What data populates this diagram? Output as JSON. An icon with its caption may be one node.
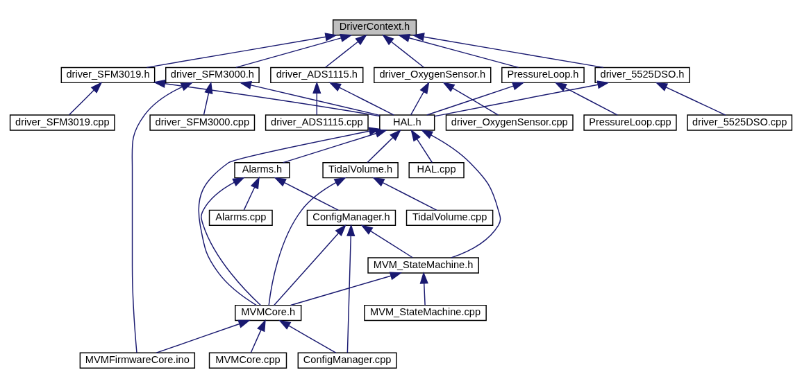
{
  "diagram": {
    "nodes": [
      {
        "text": [
          "DriverContext.h"
        ]
      },
      {
        "text": [
          "driver_SFM3019.h"
        ]
      },
      {
        "text": [
          "driver_SFM3000.h"
        ]
      },
      {
        "text": [
          "driver_ADS1115.h"
        ]
      },
      {
        "text": [
          "driver_OxygenSensor.h"
        ]
      },
      {
        "text": [
          "PressureLoop.h"
        ]
      },
      {
        "text": [
          "driver_5525DSO.h"
        ]
      },
      {
        "text": [
          "driver_SFM3019.cpp"
        ]
      },
      {
        "text": [
          "driver_SFM3000.cpp"
        ]
      },
      {
        "text": [
          "driver_ADS1115.cpp"
        ]
      },
      {
        "text": [
          "HAL.h"
        ]
      },
      {
        "text": [
          "driver_OxygenSensor.cpp"
        ]
      },
      {
        "text": [
          "PressureLoop.cpp"
        ]
      },
      {
        "text": [
          "driver_5525DSO.cpp"
        ]
      },
      {
        "text": [
          "TidalVolume.h"
        ]
      },
      {
        "text": [
          "HAL.cpp"
        ]
      },
      {
        "text": [
          "Alarms.h"
        ]
      },
      {
        "text": [
          "TidalVolume.cpp"
        ]
      },
      {
        "text": [
          "Alarms.cpp"
        ]
      },
      {
        "text": [
          "ConfigManager.h"
        ]
      },
      {
        "text": [
          "MVM_StateMachine.h"
        ]
      },
      {
        "text": [
          "MVMCore.h"
        ]
      },
      {
        "text": [
          "MVM_StateMachine.cpp"
        ]
      },
      {
        "text": [
          "MVMFirmwareCore.ino"
        ]
      },
      {
        "text": [
          "MVMCore.cpp"
        ]
      },
      {
        "text": [
          "ConfigManager.cpp"
        ]
      }
    ],
    "edges": [
      {
        "from": 1,
        "to": 0,
        "arrow": "to"
      },
      {
        "from": 2,
        "to": 0,
        "arrow": "to"
      },
      {
        "from": 3,
        "to": 0,
        "arrow": "to"
      },
      {
        "from": 4,
        "to": 0,
        "arrow": "to"
      },
      {
        "from": 5,
        "to": 0,
        "arrow": "to"
      },
      {
        "from": 6,
        "to": 0,
        "arrow": "to"
      },
      {
        "from": 7,
        "to": 1,
        "arrow": "to"
      },
      {
        "from": 10,
        "to": 1,
        "arrow": "to"
      },
      {
        "from": 8,
        "to": 2,
        "arrow": "to"
      },
      {
        "from": 10,
        "to": 2,
        "arrow": "to"
      },
      {
        "from": 23,
        "to": 2,
        "arrow": "to"
      },
      {
        "from": 9,
        "to": 3,
        "arrow": "to"
      },
      {
        "from": 10,
        "to": 3,
        "arrow": "to"
      },
      {
        "from": 10,
        "to": 4,
        "arrow": "to"
      },
      {
        "from": 11,
        "to": 4,
        "arrow": "to"
      },
      {
        "from": 10,
        "to": 5,
        "arrow": "to"
      },
      {
        "from": 12,
        "to": 5,
        "arrow": "to"
      },
      {
        "from": 10,
        "to": 6,
        "arrow": "to"
      },
      {
        "from": 13,
        "to": 6,
        "arrow": "to"
      },
      {
        "from": 14,
        "to": 10,
        "arrow": "to"
      },
      {
        "from": 15,
        "to": 10,
        "arrow": "to"
      },
      {
        "from": 16,
        "to": 10,
        "arrow": "to"
      },
      {
        "from": 21,
        "to": 10,
        "arrow": "to"
      },
      {
        "from": 20,
        "to": 10,
        "arrow": "to"
      },
      {
        "from": 17,
        "to": 14,
        "arrow": "to"
      },
      {
        "from": 21,
        "to": 14,
        "arrow": "to"
      },
      {
        "from": 18,
        "to": 16,
        "arrow": "to"
      },
      {
        "from": 19,
        "to": 16,
        "arrow": "to"
      },
      {
        "from": 21,
        "to": 16,
        "arrow": "to"
      },
      {
        "from": 20,
        "to": 19,
        "arrow": "to"
      },
      {
        "from": 21,
        "to": 19,
        "arrow": "to"
      },
      {
        "from": 25,
        "to": 19,
        "arrow": "to"
      },
      {
        "from": 21,
        "to": 20,
        "arrow": "to"
      },
      {
        "from": 22,
        "to": 20,
        "arrow": "to"
      },
      {
        "from": 23,
        "to": 21,
        "arrow": "to"
      },
      {
        "from": 24,
        "to": 21,
        "arrow": "to"
      },
      {
        "from": 25,
        "to": 21,
        "arrow": "to"
      }
    ]
  }
}
